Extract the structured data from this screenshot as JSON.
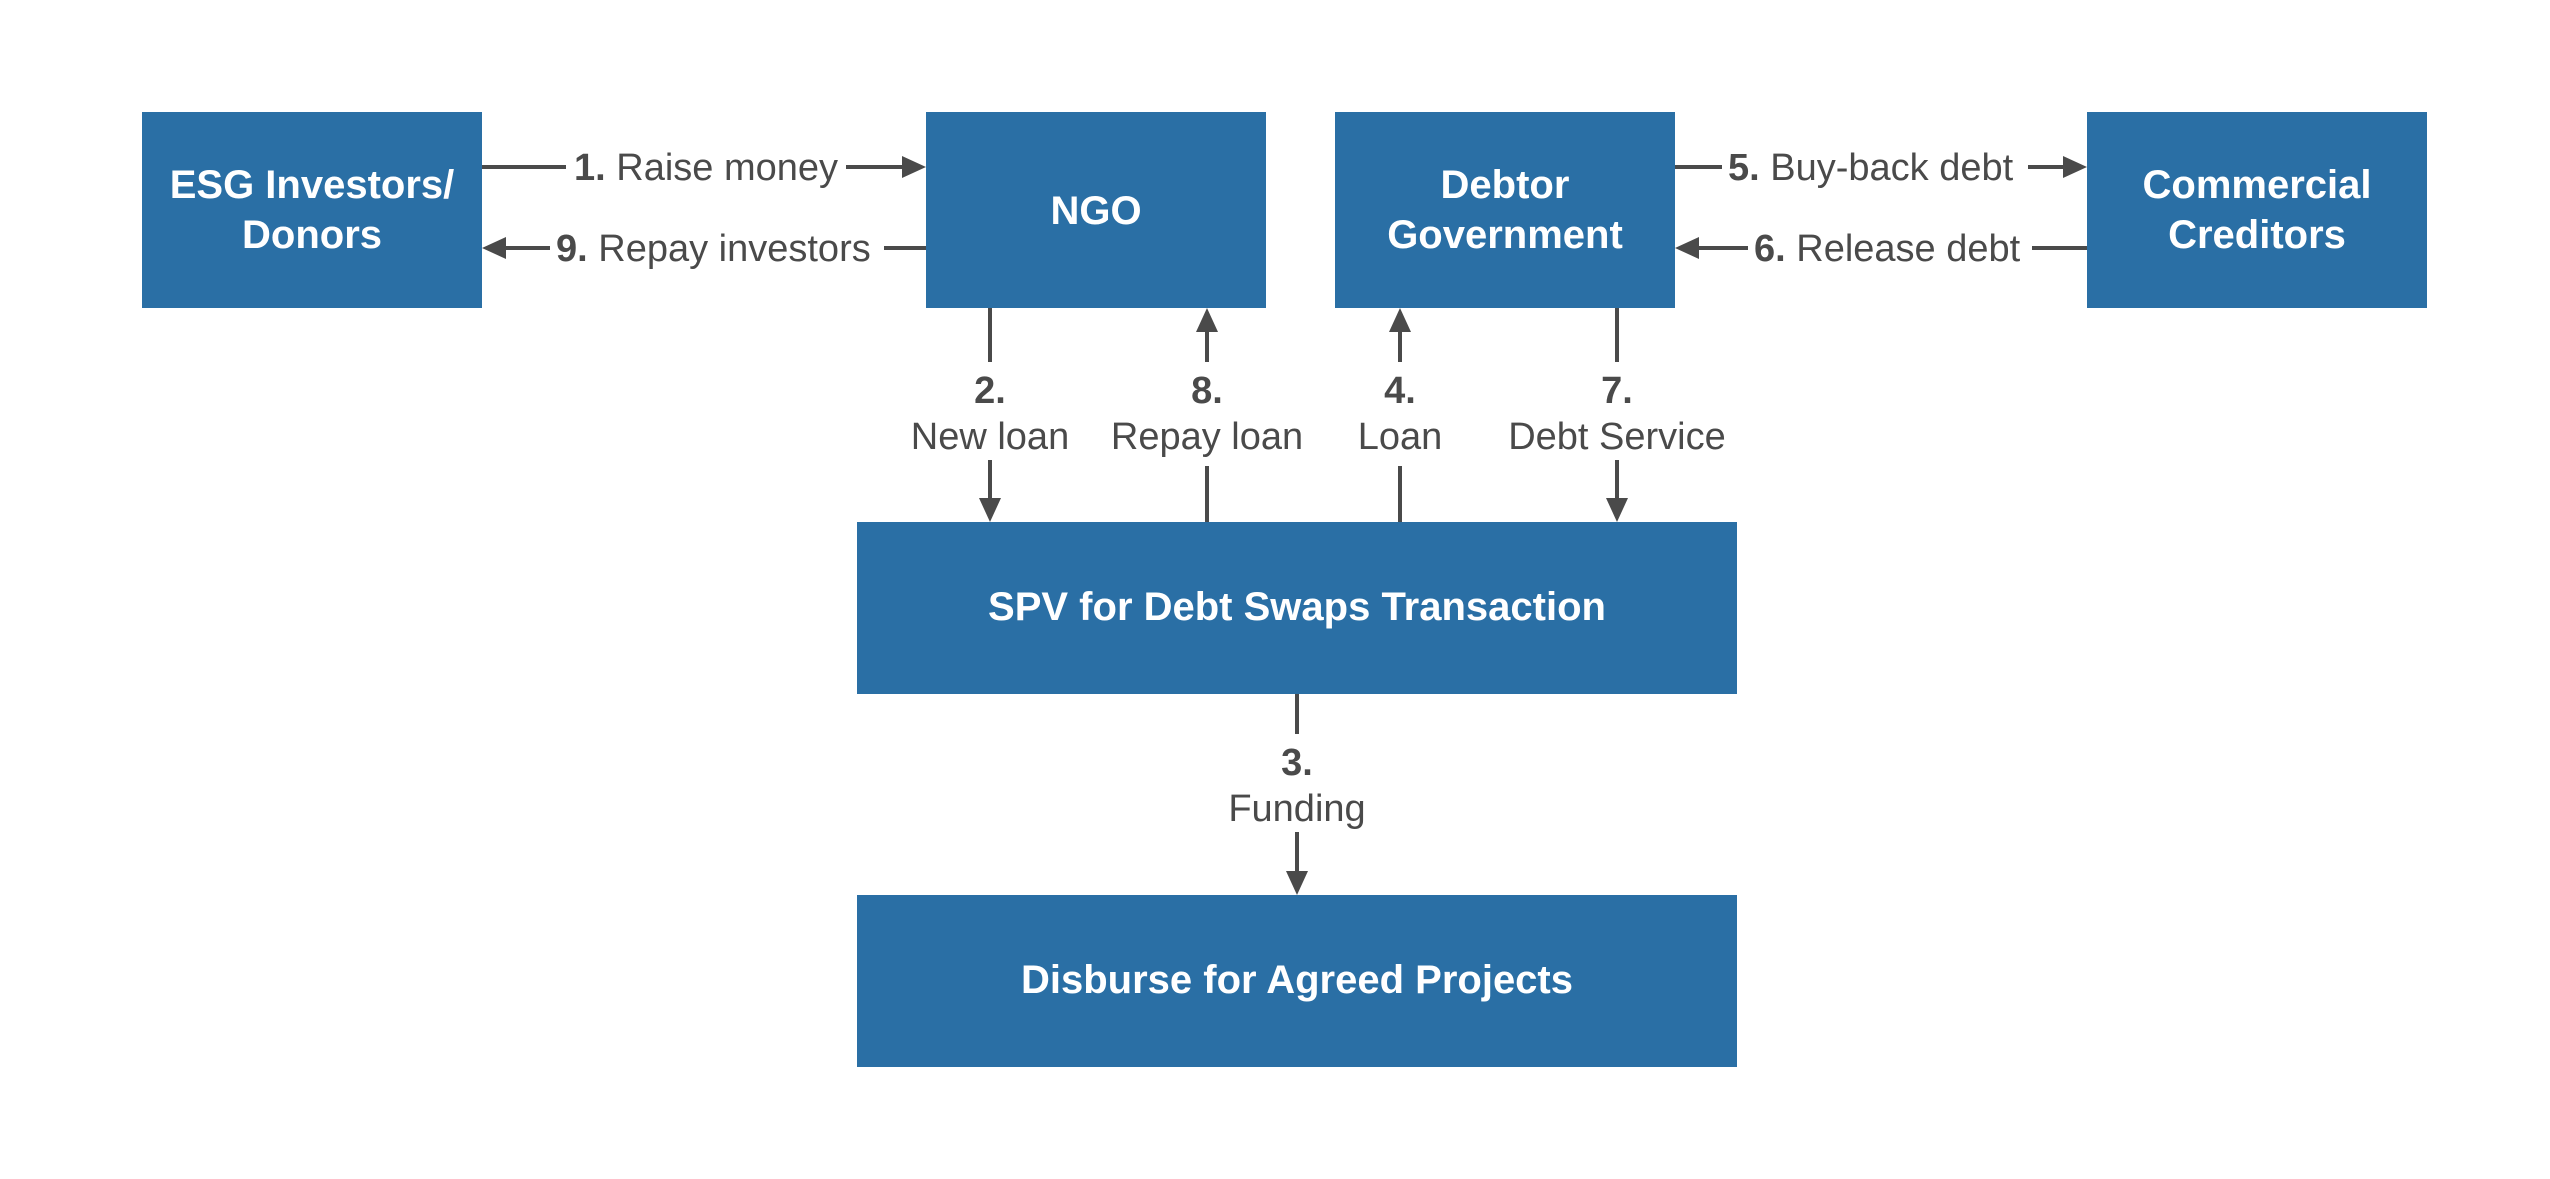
{
  "nodes": {
    "esg": {
      "line1": "ESG Investors/",
      "line2": "Donors"
    },
    "ngo": {
      "label": "NGO"
    },
    "debtor": {
      "line1": "Debtor",
      "line2": "Government"
    },
    "creditors": {
      "line1": "Commercial",
      "line2": "Creditors"
    },
    "spv": {
      "label": "SPV for Debt Swaps Transaction"
    },
    "disburse": {
      "label": "Disburse for Agreed Projects"
    }
  },
  "edges": {
    "e1": {
      "num": "1.",
      "text": "Raise money"
    },
    "e2": {
      "num": "2.",
      "text": "New loan"
    },
    "e3": {
      "num": "3.",
      "text": "Funding"
    },
    "e4": {
      "num": "4.",
      "text": "Loan"
    },
    "e5": {
      "num": "5.",
      "text": "Buy-back debt"
    },
    "e6": {
      "num": "6.",
      "text": "Release debt"
    },
    "e7": {
      "num": "7.",
      "text": "Debt Service"
    },
    "e8": {
      "num": "8.",
      "text": "Repay loan"
    },
    "e9": {
      "num": "9.",
      "text": "Repay investors"
    }
  },
  "colors": {
    "box": "#2a6fa5",
    "box_text": "#ffffff",
    "line": "#4a4a4a",
    "label": "#4a4a4a"
  }
}
